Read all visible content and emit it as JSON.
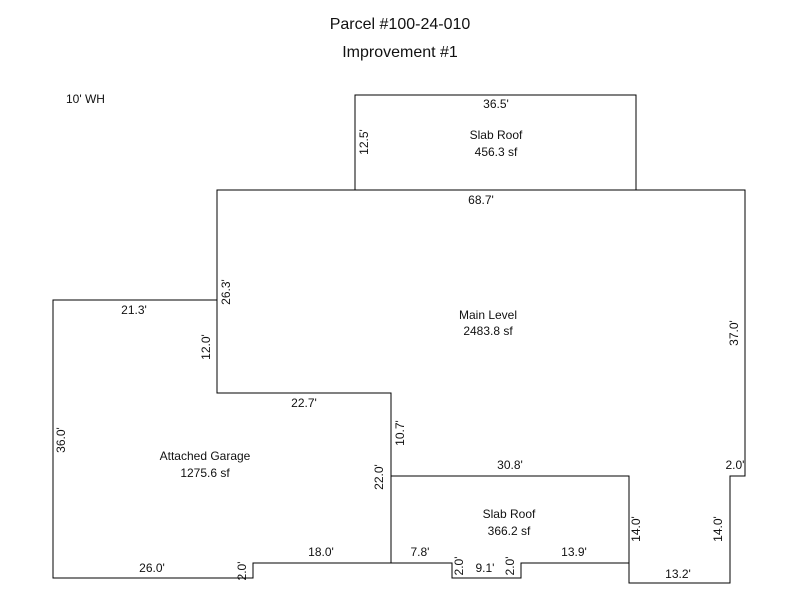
{
  "header": {
    "parcel": "Parcel #100-24-010",
    "improvement": "Improvement #1"
  },
  "note": "10' WH",
  "areas": {
    "top_slab": {
      "name": "Slab Roof",
      "area": "456.3 sf"
    },
    "main": {
      "name": "Main Level",
      "area": "2483.8 sf"
    },
    "garage": {
      "name": "Attached Garage",
      "area": "1275.6 sf"
    },
    "bottom_slab": {
      "name": "Slab Roof",
      "area": "366.2 sf"
    }
  },
  "dimensions": {
    "top_slab_width": "36.5'",
    "top_slab_depth": "12.5'",
    "main_top": "68.7'",
    "main_left_upper": "26.3'",
    "main_right": "37.0'",
    "garage_top": "21.3'",
    "garage_right_upper": "12.0'",
    "garage_left": "36.0'",
    "garage_step": "22.7'",
    "main_notch_vertical": "10.7'",
    "garage_right_lower": "22.0'",
    "bottom_slab_top": "30.8'",
    "right_jog": "2.0'",
    "bottom_slab_right": "14.0'",
    "right_lower": "14.0'",
    "garage_bottom": "26.0'",
    "garage_bottom_jog": "2.0'",
    "garage_bottom_right": "18.0'",
    "slab_bottom_left": "7.8'",
    "slab_notch_left": "2.0'",
    "slab_notch_bottom": "9.1'",
    "slab_notch_right": "2.0'",
    "slab_bottom_right": "13.9'",
    "right_bottom": "13.2'"
  }
}
